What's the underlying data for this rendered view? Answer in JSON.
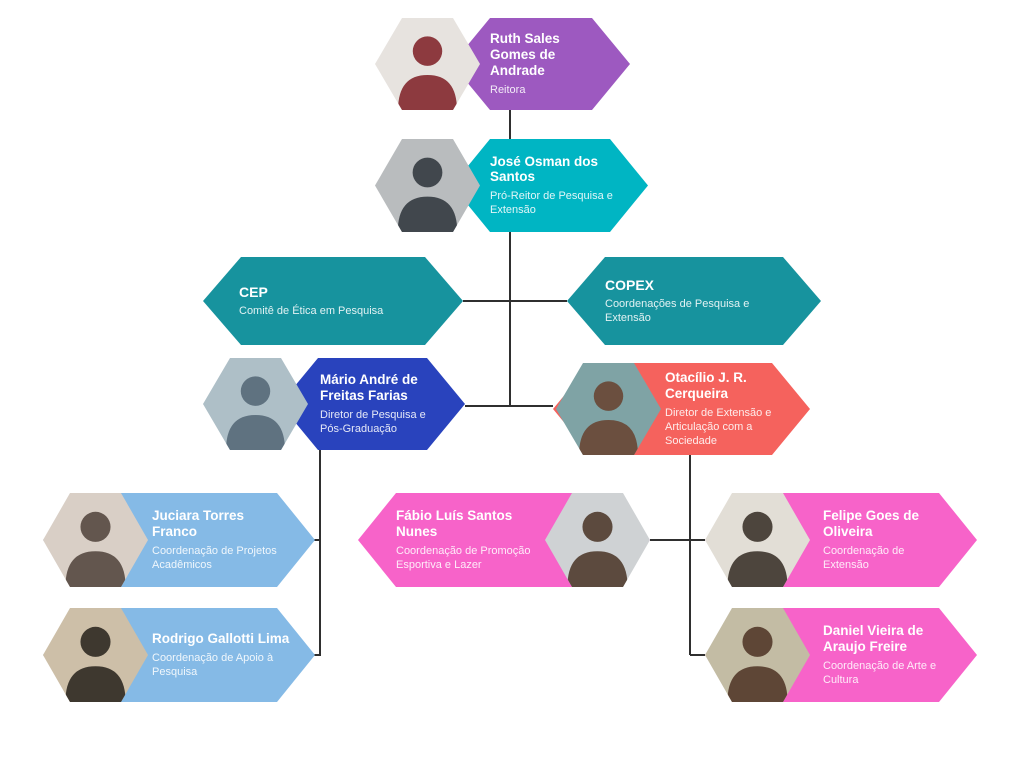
{
  "colors": {
    "line": "#2f2f2f",
    "purple": "#9d59c0",
    "cyan": "#00b5c3",
    "teal": "#17939e",
    "blue": "#2943bd",
    "salmon": "#f5625d",
    "lightblue": "#85bae6",
    "pink": "#f763c9"
  },
  "nodes": [
    {
      "id": "ruth",
      "name": "Ruth Sales Gomes de Andrade",
      "role": "Reitora",
      "color": "#9d59c0",
      "photo_bg": "#e7e3df",
      "photo_fg": "#8d3a3f"
    },
    {
      "id": "jose",
      "name": "José Osman dos Santos",
      "role": "Pró-Reitor de Pesquisa e Extensão",
      "color": "#00b5c3",
      "photo_bg": "#b9bcbe",
      "photo_fg": "#41474d"
    },
    {
      "id": "cep",
      "name": "CEP",
      "role": "Comitê de Ética em Pesquisa",
      "color": "#17939e"
    },
    {
      "id": "copex",
      "name": "COPEX",
      "role": "Coordenações de Pesquisa e Extensão",
      "color": "#17939e"
    },
    {
      "id": "mario",
      "name": "Mário André de Freitas Farias",
      "role": "Diretor de Pesquisa e Pós-Graduação",
      "color": "#2943bd",
      "photo_bg": "#aebfc7",
      "photo_fg": "#5f7280"
    },
    {
      "id": "otacilio",
      "name": "Otacílio J. R. Cerqueira",
      "role": "Diretor de Extensão e Articulação com a Sociedade",
      "color": "#f5625d",
      "photo_bg": "#7fa3a5",
      "photo_fg": "#6b4f3f"
    },
    {
      "id": "juciara",
      "name": "Juciara Torres Franco",
      "role": "Coordenação de Projetos Acadêmicos",
      "color": "#85bae6",
      "photo_bg": "#d9cfc6",
      "photo_fg": "#63564e"
    },
    {
      "id": "rodrigo",
      "name": "Rodrigo Gallotti Lima",
      "role": "Coordenação de Apoio à Pesquisa",
      "color": "#85bae6",
      "photo_bg": "#cdbfa8",
      "photo_fg": "#3e382f"
    },
    {
      "id": "fabio",
      "name": "Fábio Luís Santos Nunes",
      "role": "Coordenação de Promoção Esportiva e Lazer",
      "color": "#f763c9",
      "photo_bg": "#cfd2d4",
      "photo_fg": "#5c4a3e"
    },
    {
      "id": "felipe",
      "name": "Felipe Goes de Oliveira",
      "role": "Coordenação de Extensão",
      "color": "#f763c9",
      "photo_bg": "#e2ded6",
      "photo_fg": "#4d453d"
    },
    {
      "id": "daniel",
      "name": "Daniel Vieira de Araujo Freire",
      "role": "Coordenação de Arte e Cultura",
      "color": "#f763c9",
      "photo_bg": "#c3bca4",
      "photo_fg": "#5e4636"
    }
  ],
  "edges": [
    [
      "ruth",
      "jose"
    ],
    [
      "jose",
      "cep"
    ],
    [
      "jose",
      "copex"
    ],
    [
      "jose",
      "mario"
    ],
    [
      "jose",
      "otacilio"
    ],
    [
      "mario",
      "juciara"
    ],
    [
      "mario",
      "rodrigo"
    ],
    [
      "otacilio",
      "fabio"
    ],
    [
      "otacilio",
      "felipe"
    ],
    [
      "otacilio",
      "daniel"
    ]
  ]
}
